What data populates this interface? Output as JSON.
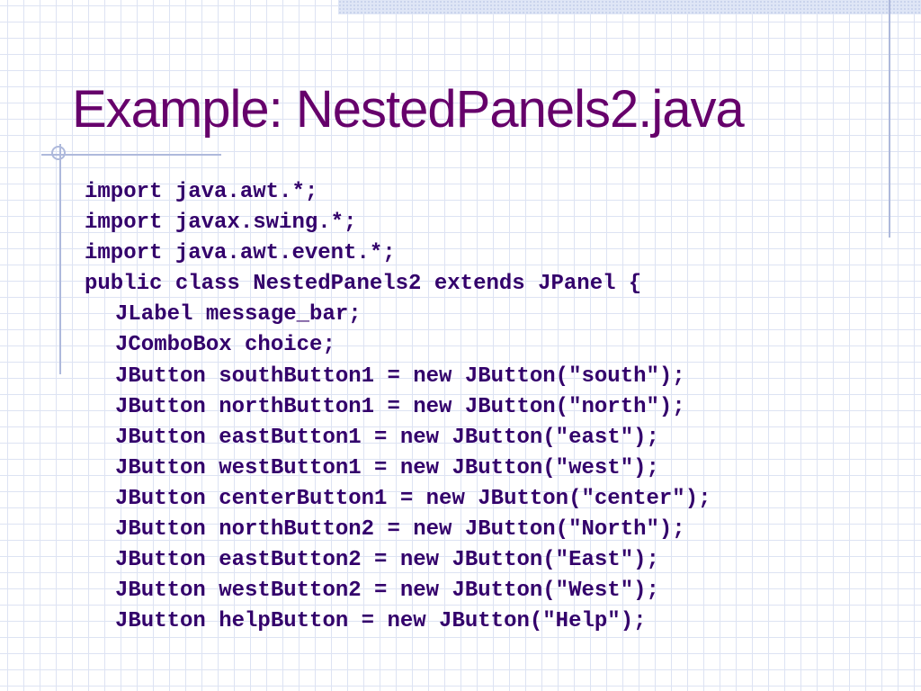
{
  "slide": {
    "title": "Example: NestedPanels2.java",
    "code_lines": [
      {
        "text": "import java.awt.*;",
        "indent": 0
      },
      {
        "text": "import javax.swing.*;",
        "indent": 0
      },
      {
        "text": "import java.awt.event.*;",
        "indent": 0
      },
      {
        "text": "public class NestedPanels2 extends JPanel {",
        "indent": 0
      },
      {
        "text": "JLabel message_bar;",
        "indent": 1
      },
      {
        "text": "JComboBox choice;",
        "indent": 1
      },
      {
        "text": "JButton southButton1 = new JButton(\"south\");",
        "indent": 1
      },
      {
        "text": "JButton northButton1 = new JButton(\"north\");",
        "indent": 1
      },
      {
        "text": "JButton eastButton1 = new JButton(\"east\");",
        "indent": 1
      },
      {
        "text": "JButton westButton1 = new JButton(\"west\");",
        "indent": 1
      },
      {
        "text": "JButton centerButton1 = new JButton(\"center\");",
        "indent": 1
      },
      {
        "text": "JButton northButton2 = new JButton(\"North\");",
        "indent": 1
      },
      {
        "text": "JButton eastButton2 = new JButton(\"East\");",
        "indent": 1
      },
      {
        "text": "JButton westButton2 = new JButton(\"West\");",
        "indent": 1
      },
      {
        "text": "JButton helpButton = new JButton(\"Help\");",
        "indent": 1
      }
    ]
  },
  "colors": {
    "title": "#66006b",
    "code": "#33006b",
    "grid": "#dde3f3",
    "accent_lines": "#aeb9dc"
  }
}
